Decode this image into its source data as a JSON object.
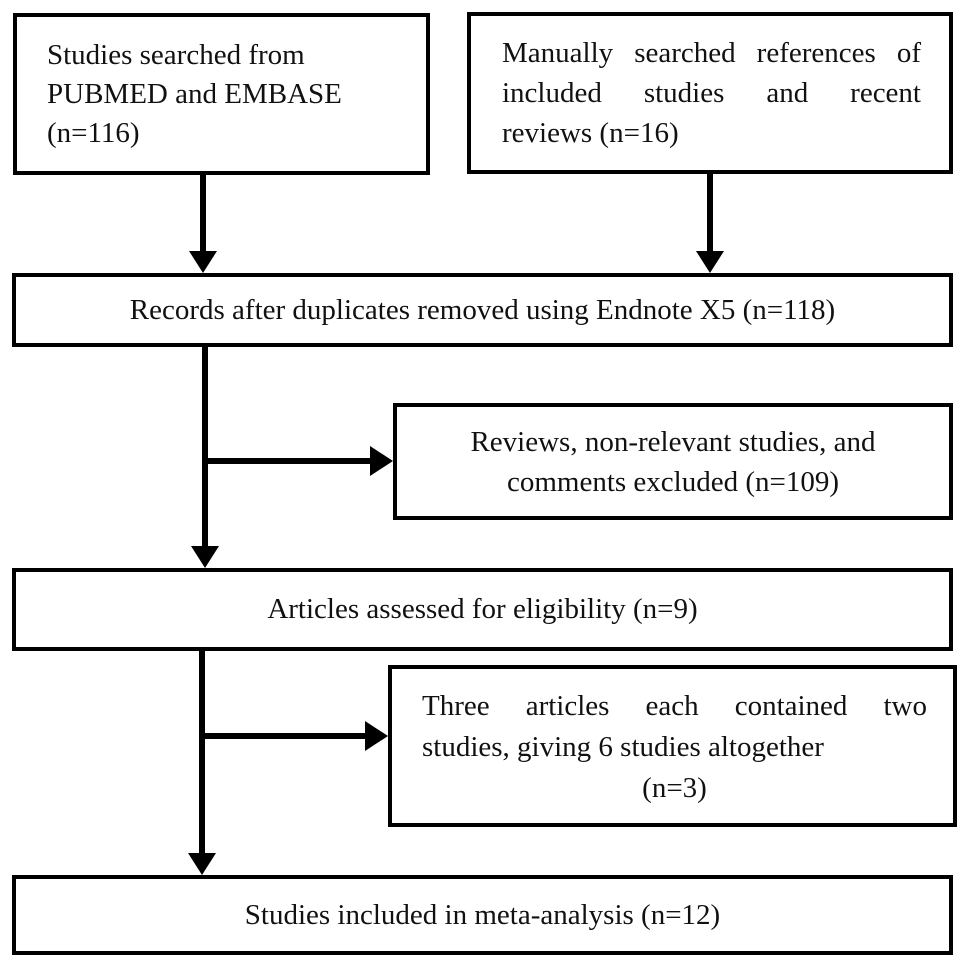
{
  "colors": {
    "background": "#ffffff",
    "line": "#000000",
    "text": "#111111"
  },
  "boxes": {
    "searched": {
      "lines": [
        "Studies searched from",
        "PUBMED and EMBASE",
        "(n=116)"
      ]
    },
    "manual": {
      "lines": [
        "Manually searched references of",
        "included studies and recent",
        "reviews (n=16)"
      ]
    },
    "dedup": {
      "text": "Records after duplicates removed using Endnote X5 (n=118)"
    },
    "excluded": {
      "lines": [
        "Reviews, non-relevant studies, and",
        "comments excluded (n=109)"
      ]
    },
    "eligibility": {
      "text": "Articles assessed for eligibility (n=9)"
    },
    "split": {
      "lines": [
        "Three articles each contained two",
        "studies, giving 6 studies altogether",
        "(n=3)"
      ]
    },
    "included": {
      "text": "Studies included in meta-analysis (n=12)"
    }
  }
}
